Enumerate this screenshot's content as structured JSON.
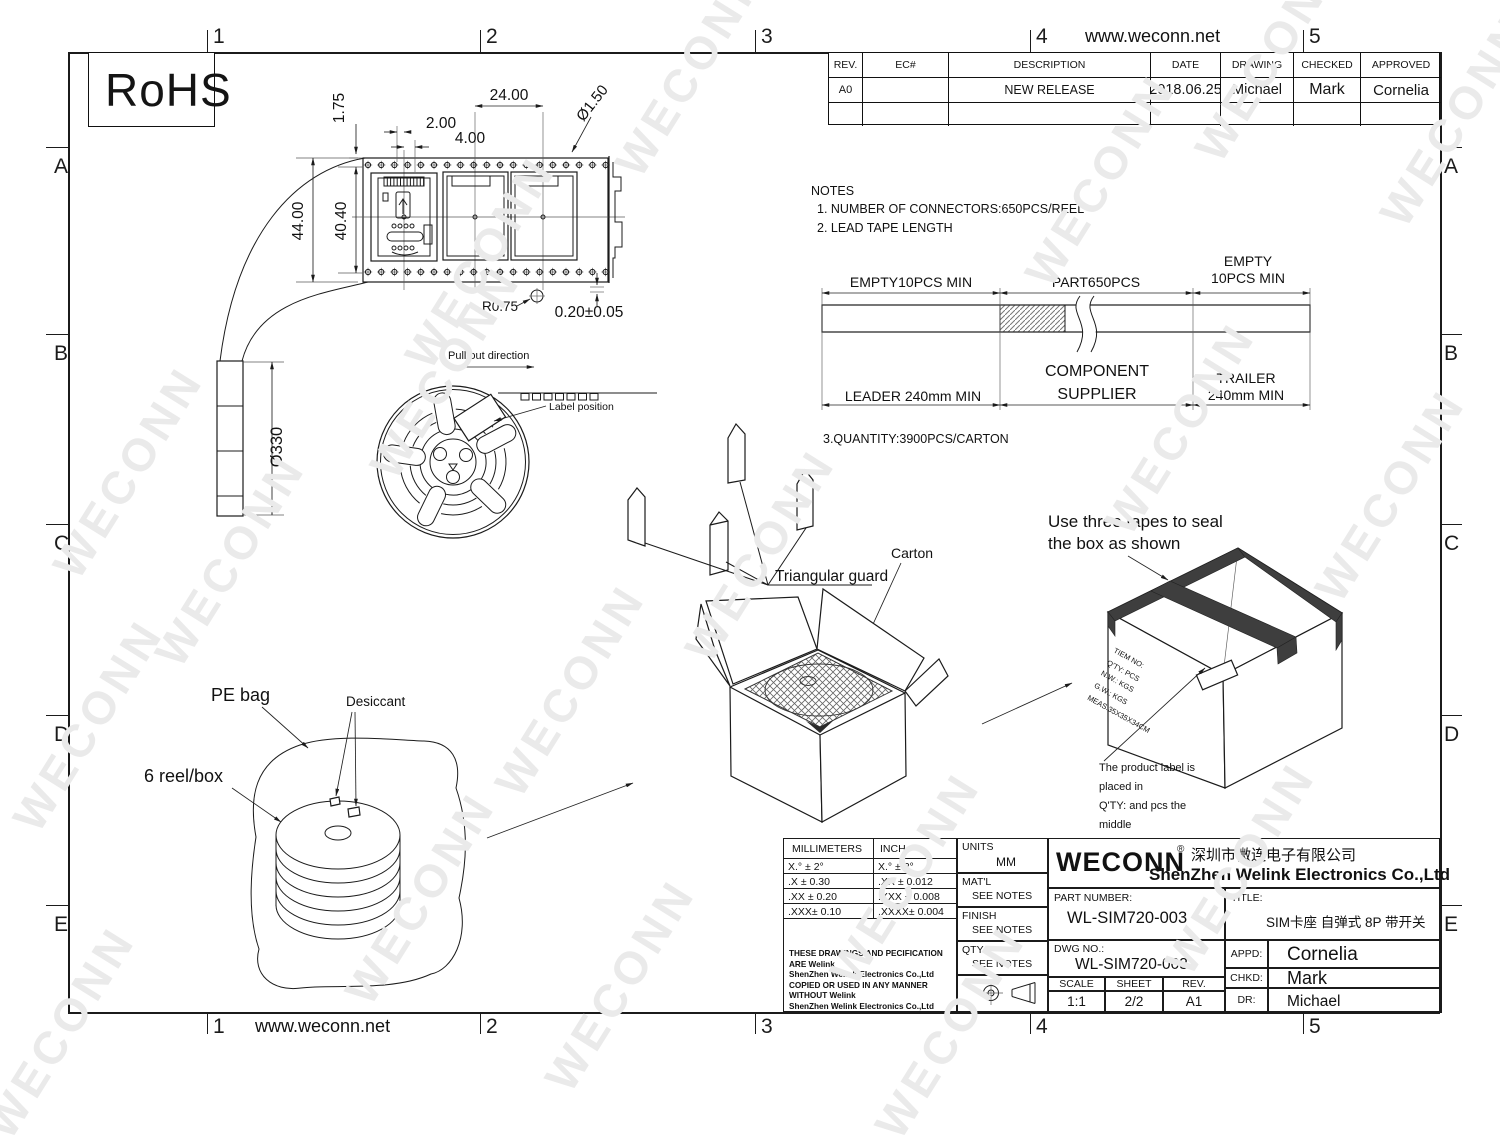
{
  "page": {
    "watermark": "WECONN",
    "url_top": "www.weconn.net",
    "url_bottom": "www.weconn.net",
    "rohs": "RoHS"
  },
  "frame": {
    "cols": [
      "1",
      "2",
      "3",
      "4",
      "5"
    ],
    "rows": [
      "A",
      "B",
      "C",
      "D",
      "E"
    ]
  },
  "revision_table": {
    "headers": [
      "REV.",
      "EC#",
      "DESCRIPTION",
      "DATE",
      "DRAWING",
      "CHECKED",
      "APPROVED"
    ],
    "rows": [
      [
        "A0",
        "",
        "NEW RELEASE",
        "2018.06.25",
        "Michael",
        "Mark",
        "Cornelia"
      ],
      [
        "",
        "",
        "",
        "",
        "",
        "",
        ""
      ]
    ]
  },
  "notes": {
    "title": "NOTES",
    "note1": "1. NUMBER OF CONNECTORS:650PCS/REEL",
    "note2": "2. LEAD TAPE LENGTH",
    "note3": "3.QUANTITY:3900PCS/CARTON"
  },
  "tape_dims": {
    "edge_margin": "1.75",
    "pitch_small": "2.00",
    "pitch_mid": "4.00",
    "pitch_pocket": "24.00",
    "hole_dia": "Ø1.50",
    "tape_width": "44.00",
    "inner_width": "40.40",
    "corner_radius": "R0.75",
    "thickness": "0.20±0.05"
  },
  "reel": {
    "pull_out": "Pull out direction",
    "label_position": "Label position",
    "diameter": "Ø330"
  },
  "leader_diagram": {
    "empty_left": "EMPTY10PCS MIN",
    "part": "PART650PCS",
    "empty_right_line1": "EMPTY",
    "empty_right_line2": "10PCS MIN",
    "leader": "LEADER 240mm MIN",
    "component_line1": "COMPONENT",
    "component_line2": "SUPPLIER",
    "trailer_line1": "TRAILER",
    "trailer_line2": "240mm MIN"
  },
  "packing": {
    "triangular_guard": "Triangular guard",
    "carton": "Carton",
    "pe_bag": "PE bag",
    "desiccant": "Desiccant",
    "reels_per_box": "6 reel/box",
    "seal_line1": "Use three tapes to seal",
    "seal_line2": "the box as shown",
    "box_label": [
      "TIEM NO:",
      "Q'TY:   PCS",
      "N.W.:   KGS",
      "G.W.:   KGS",
      "MEAS:35X35X34CM"
    ],
    "product_note": [
      "The product label is",
      "placed in",
      "Q'TY:  and pcs the",
      "middle"
    ]
  },
  "title_block": {
    "tol": {
      "col_mm": "MILLIMETERS",
      "col_inch": "INCH",
      "mm": [
        "X.°  ±  2°",
        ".X    ± 0.30",
        ".XX   ± 0.20",
        ".XXX±  0.10"
      ],
      "inch": [
        "X.°  ±  2°",
        ".XX    ± 0.012",
        ".XXX   ± 0.008",
        ".XXXX± 0.004"
      ]
    },
    "legal": [
      "THESE DRAWINGS AND PECIFICATION ARE Welink",
      "ShenZhen Welink Electronics Co.,Ltd",
      " COPIED OR USED IN ANY MANNER WITHOUT Welink",
      "ShenZhen Welink Electronics Co.,Ltd"
    ],
    "units_label": "UNITS",
    "units_value": "MM",
    "matl_label": "MAT'L",
    "matl_value": "SEE NOTES",
    "finish_label": "FINISH",
    "finish_value": "SEE NOTES",
    "qty_label": "QTY",
    "qty_value": "SEE NOTES",
    "company": {
      "logo": "WECONN",
      "reg": "®",
      "name_cn": "深圳市微连电子有限公司",
      "name_en": "ShenZhen Welink Electronics Co.,Ltd"
    },
    "part_number_label": "PART NUMBER:",
    "part_number": "WL-SIM720-003",
    "dwg_no_label": "DWG NO.:",
    "dwg_no": "WL-SIM720-003",
    "scale_label": "SCALE",
    "scale": "1:1",
    "sheet_label": "SHEET",
    "sheet": "2/2",
    "rev_label": "REV.",
    "rev": "A1",
    "title_label": "TITLE:",
    "title": "SIM卡座 自弹式 8P 带开关",
    "appd_label": "APPD:",
    "appd": "Cornelia",
    "chkd_label": "CHKD:",
    "chkd": "Mark",
    "dr_label": "DR:",
    "dr": "Michael"
  }
}
